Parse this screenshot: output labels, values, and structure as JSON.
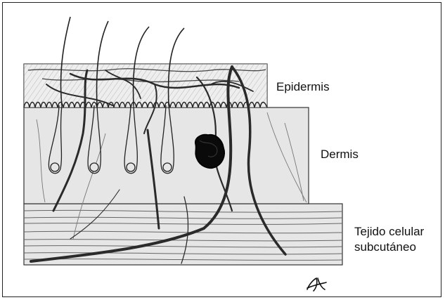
{
  "figure": {
    "layers": [
      {
        "id": "epidermis",
        "label": "Epidermis"
      },
      {
        "id": "dermis",
        "label": "Dermis"
      },
      {
        "id": "subcutaneous",
        "label_line1": "Tejido celular",
        "label_line2": "subcutáneo"
      }
    ],
    "lesion": "dark-pigmented-nodule",
    "signature": "handwritten-author-mark"
  },
  "colors": {
    "tissue_fill": "#e6e6e6",
    "outline": "#333333",
    "vessels": "#2a2a2a",
    "hatch": "#9a9a9a",
    "lesion": "#0a0a0a"
  }
}
